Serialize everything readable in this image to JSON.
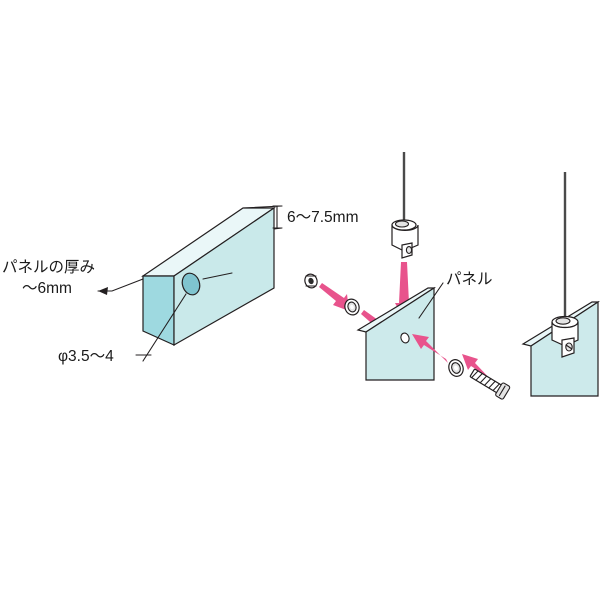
{
  "diagram": {
    "title": "パネル取付図",
    "background_color": "#ffffff",
    "accent_arrow_color": "#e8538c",
    "panel_color": "#c9e9ea",
    "line_color": "#231f20",
    "wire_color": "#4a4a4a"
  },
  "labels": {
    "panel_thickness_line1": "パネルの厚み",
    "panel_thickness_line2": "～6mm",
    "hole_diameter": "φ3.5～4",
    "grip_range": "6～7.5mm",
    "panel": "パネル"
  },
  "figures": [
    {
      "id": "figure-panel-spec",
      "name": "panel-specification",
      "description": "アイソメ図のパネル、厚みと穴径の寸法表示",
      "callouts": [
        "パネルの厚み",
        "～6mm",
        "φ3.5～4",
        "6～7.5mm"
      ]
    },
    {
      "id": "figure-exploded-assembly",
      "name": "exploded-assembly",
      "description": "ワイヤーグリップ、座金、ナット、ビスの分解組立図",
      "callouts": [
        "パネル"
      ],
      "parts": [
        {
          "name": "wire",
          "label": "ワイヤー"
        },
        {
          "name": "wire-grip",
          "label": "ワイヤーグリップ"
        },
        {
          "name": "nut",
          "label": "ナット"
        },
        {
          "name": "washer-back",
          "label": "座金"
        },
        {
          "name": "washer-front",
          "label": "座金"
        },
        {
          "name": "screw",
          "label": "ビス"
        }
      ]
    },
    {
      "id": "figure-assembled",
      "name": "assembled-result",
      "description": "取付完了状態のパネルとグリップ",
      "callouts": []
    }
  ]
}
